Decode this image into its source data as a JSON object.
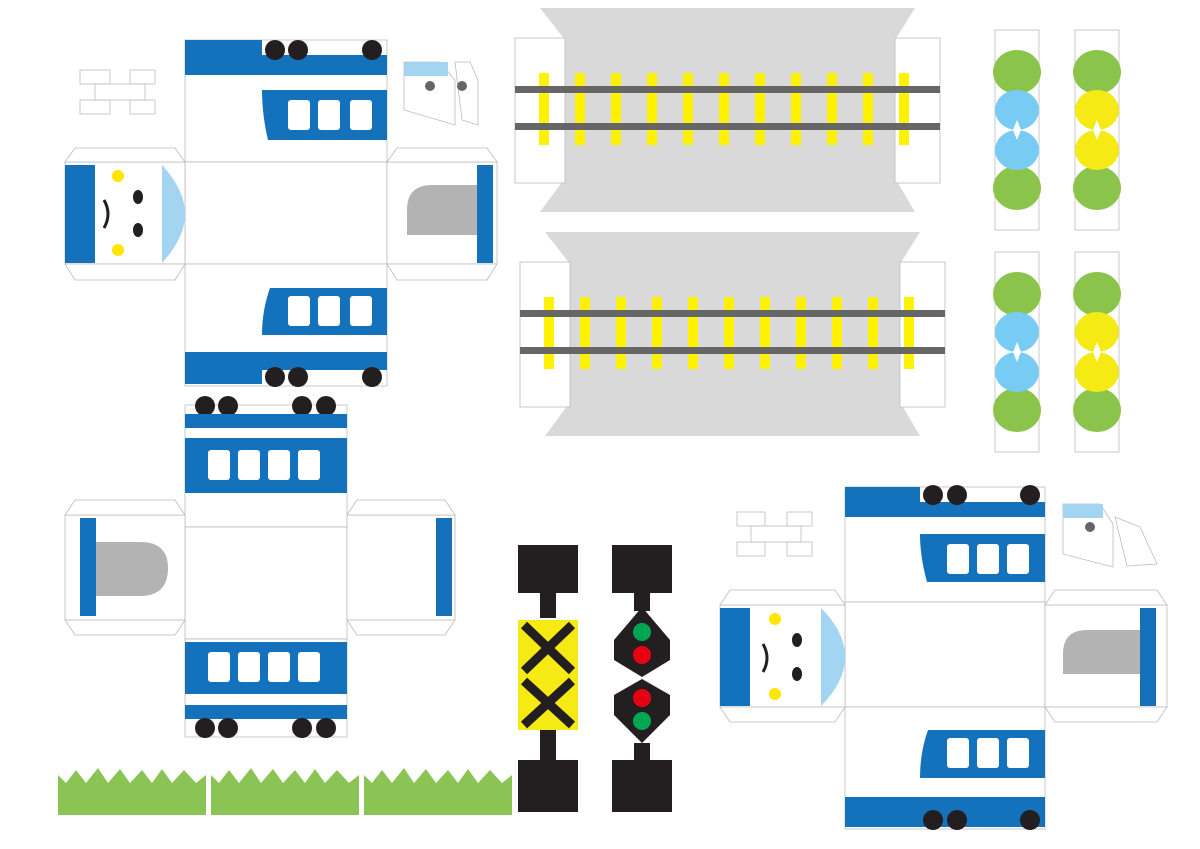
{
  "sheet": {
    "background": "#ffffff",
    "text": []
  },
  "colors": {
    "train_blue": "#1472bd",
    "window_light_blue": "#a3d4f2",
    "flower_light_blue": "#78ccf4",
    "flower_yellow": "#f5ea14",
    "leaf_green": "#8bc44a",
    "grass_green": "#8ac455",
    "rail_yellow": "#fff200",
    "rail_grey": "#666666",
    "ground_grey": "#d9d9d9",
    "wheel_black": "#231f20",
    "signal_red": "#e60012",
    "signal_green": "#00a651",
    "cheek_yellow": "#ffe600",
    "light_grey": "#b3b3b3",
    "fold_line": "#bbbbbb"
  },
  "parts": [
    {
      "kind": "train-car",
      "name": "train-car-top-left",
      "has_face": true
    },
    {
      "kind": "train-car",
      "name": "train-car-bottom-left",
      "has_face": false
    },
    {
      "kind": "train-car",
      "name": "train-car-bottom-right",
      "has_face": true
    },
    {
      "kind": "track",
      "name": "track-upper",
      "sleepers": 11
    },
    {
      "kind": "track",
      "name": "track-lower",
      "sleepers": 11
    },
    {
      "kind": "flower",
      "name": "flower-blue",
      "count": 2
    },
    {
      "kind": "flower",
      "name": "flower-yellow",
      "count": 2
    },
    {
      "kind": "grass",
      "name": "grass-strip",
      "count": 3
    },
    {
      "kind": "crossing-sign",
      "name": "railroad-crossing-sign"
    },
    {
      "kind": "signal-light",
      "name": "traffic-signal",
      "lights": [
        "green",
        "red",
        "red",
        "green"
      ]
    },
    {
      "kind": "connector",
      "name": "connector-piece",
      "count": 2
    }
  ]
}
